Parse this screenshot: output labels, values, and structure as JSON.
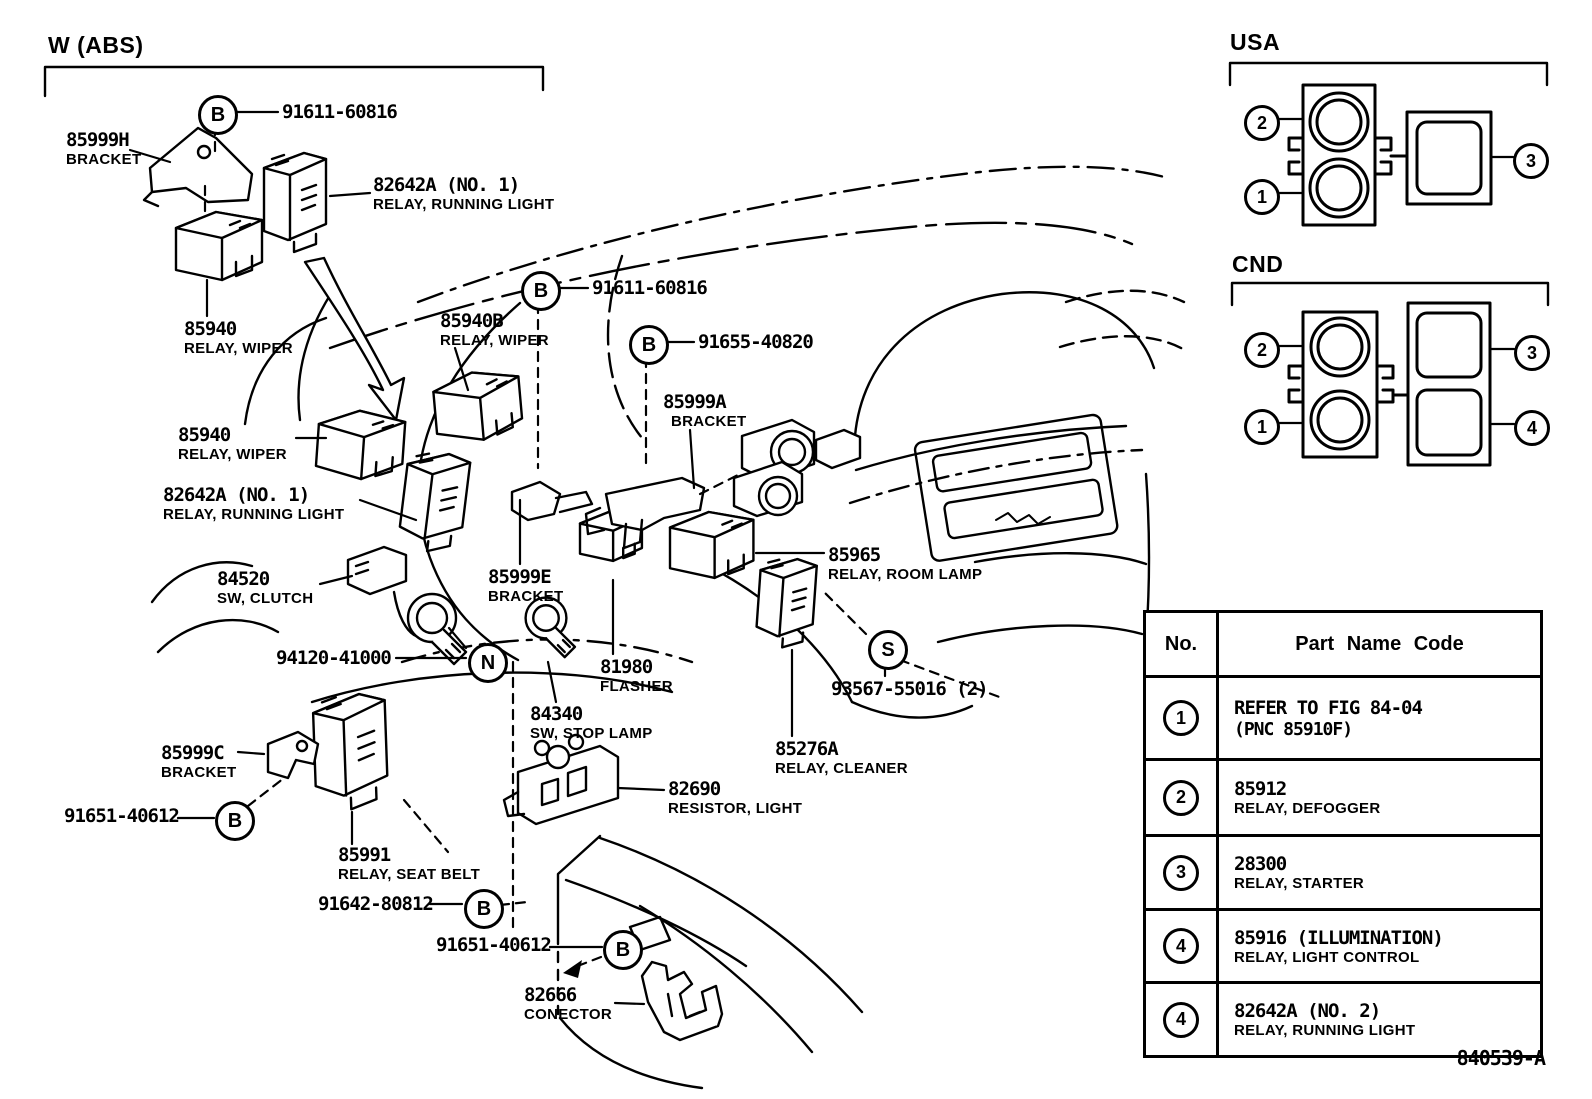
{
  "titles": {
    "region": "W (ABS)",
    "usa": "USA",
    "cnd": "CND"
  },
  "footer": {
    "drawing_code": "840539-A"
  },
  "labels": [
    {
      "code": "85999H",
      "name": "BRACKET"
    },
    {
      "code": "82642A (NO. 1)",
      "name": "RELAY, RUNNING LIGHT"
    },
    {
      "code": "85940",
      "name": "RELAY, WIPER"
    },
    {
      "code": "85940B",
      "name": "RELAY, WIPER"
    },
    {
      "code": "85940",
      "name": "RELAY, WIPER"
    },
    {
      "code": "82642A (NO. 1)",
      "name": "RELAY, RUNNING LIGHT"
    },
    {
      "code": "85999A",
      "name": "BRACKET"
    },
    {
      "code": "84520",
      "name": "SW, CLUTCH"
    },
    {
      "code": "85999E",
      "name": "BRACKET"
    },
    {
      "code": "85965",
      "name": "RELAY, ROOM LAMP"
    },
    {
      "code": "81980",
      "name": "FLASHER"
    },
    {
      "code": "84340",
      "name": "SW, STOP LAMP"
    },
    {
      "code": "85276A",
      "name": "RELAY, CLEANER"
    },
    {
      "code": "85999C",
      "name": "BRACKET"
    },
    {
      "code": "85991",
      "name": "RELAY, SEAT BELT"
    },
    {
      "code": "82690",
      "name": "RESISTOR, LIGHT"
    },
    {
      "code": "82666",
      "name": "CONECTOR"
    }
  ],
  "callouts": [
    {
      "letter": "B",
      "code": "91611-60816"
    },
    {
      "letter": "B",
      "code": "91611-60816"
    },
    {
      "letter": "B",
      "code": "91655-40820"
    },
    {
      "letter": "N",
      "code": "94120-41000"
    },
    {
      "letter": "S",
      "code": "93567-55016 (2)"
    },
    {
      "letter": "B",
      "code": "91651-40612"
    },
    {
      "letter": "B",
      "code": "91642-80812"
    },
    {
      "letter": "B",
      "code": "91651-40612"
    }
  ],
  "connectors": {
    "usa": {
      "n1": "1",
      "n2": "2",
      "n3": "3"
    },
    "cnd": {
      "n1": "1",
      "n2": "2",
      "n3": "3",
      "n4": "4"
    }
  },
  "table": {
    "col_no": "No.",
    "col_part": "Part Name Code",
    "rows": [
      {
        "no": "1",
        "line1": "REFER TO FIG 84-04",
        "line2": "(PNC 85910F)"
      },
      {
        "no": "2",
        "line1": "85912",
        "line2": "RELAY, DEFOGGER"
      },
      {
        "no": "3",
        "line1": "28300",
        "line2": "RELAY, STARTER"
      },
      {
        "no": "4",
        "line1": "85916 (ILLUMINATION)",
        "line2": "RELAY, LIGHT CONTROL"
      },
      {
        "no": "4",
        "line1": "82642A (NO. 2)",
        "line2": "RELAY, RUNNING LIGHT"
      }
    ]
  }
}
